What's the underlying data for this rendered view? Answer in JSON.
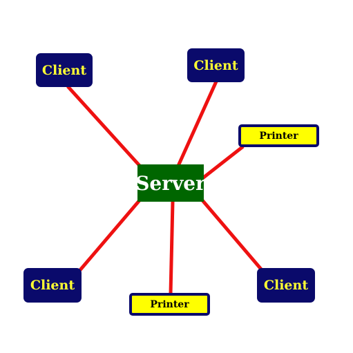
{
  "colors": {
    "background": "#ffffff",
    "link": "#ee1111",
    "client_fill": "#0a0a6b",
    "client_text": "#ffff33",
    "printer_fill": "#ffff00",
    "printer_border": "#0a0a6b",
    "printer_text": "#000000",
    "server_fill": "#006600",
    "server_text": "#ffffff"
  },
  "server": {
    "label": "Server"
  },
  "clients": [
    {
      "label": "Client"
    },
    {
      "label": "Client"
    },
    {
      "label": "Client"
    },
    {
      "label": "Client"
    }
  ],
  "printers": [
    {
      "label": "Printer"
    },
    {
      "label": "Printer"
    }
  ]
}
